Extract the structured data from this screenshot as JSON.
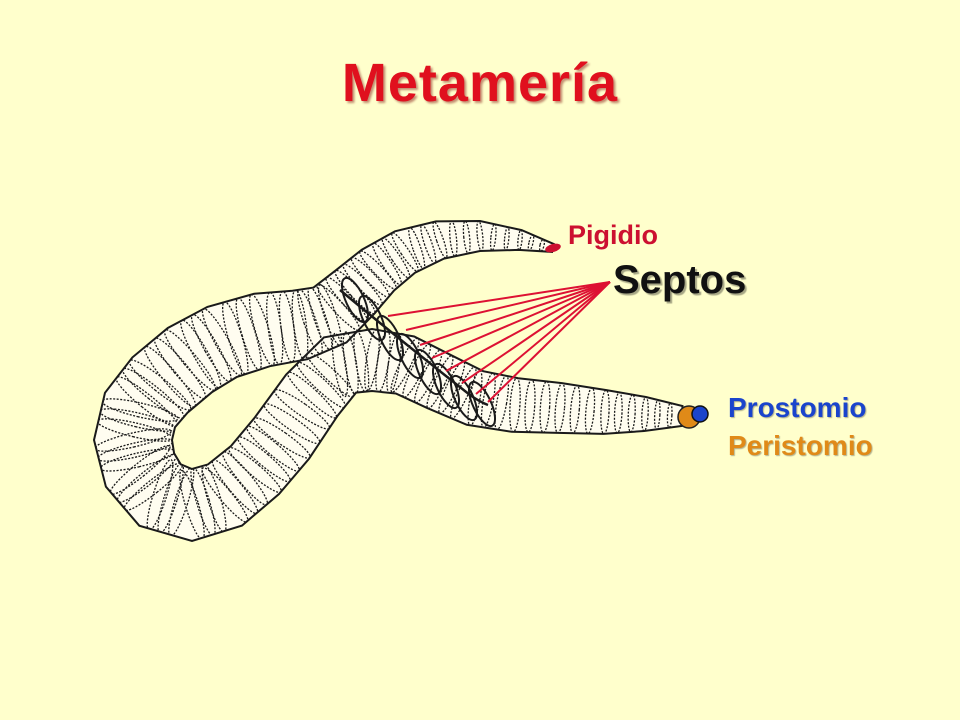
{
  "title": "Metamería",
  "labels": {
    "pigidio": "Pigidio",
    "septos": "Septos",
    "prostomio": "Prostomio",
    "peristomio": "Peristomio"
  },
  "colors": {
    "background": "#ffffcc",
    "title": "#e0101e",
    "pigidio": "#cc1030",
    "septos": "#111111",
    "prostomio": "#1a44cc",
    "peristomio": "#e08a18",
    "leader_lines": "#dd1133",
    "worm_fill": "#fffdf0",
    "worm_stroke": "#1a1a1a"
  },
  "icons": [
    "worm-illustration",
    "prostomio-marker",
    "peristomio-marker",
    "pigidio-marker"
  ]
}
